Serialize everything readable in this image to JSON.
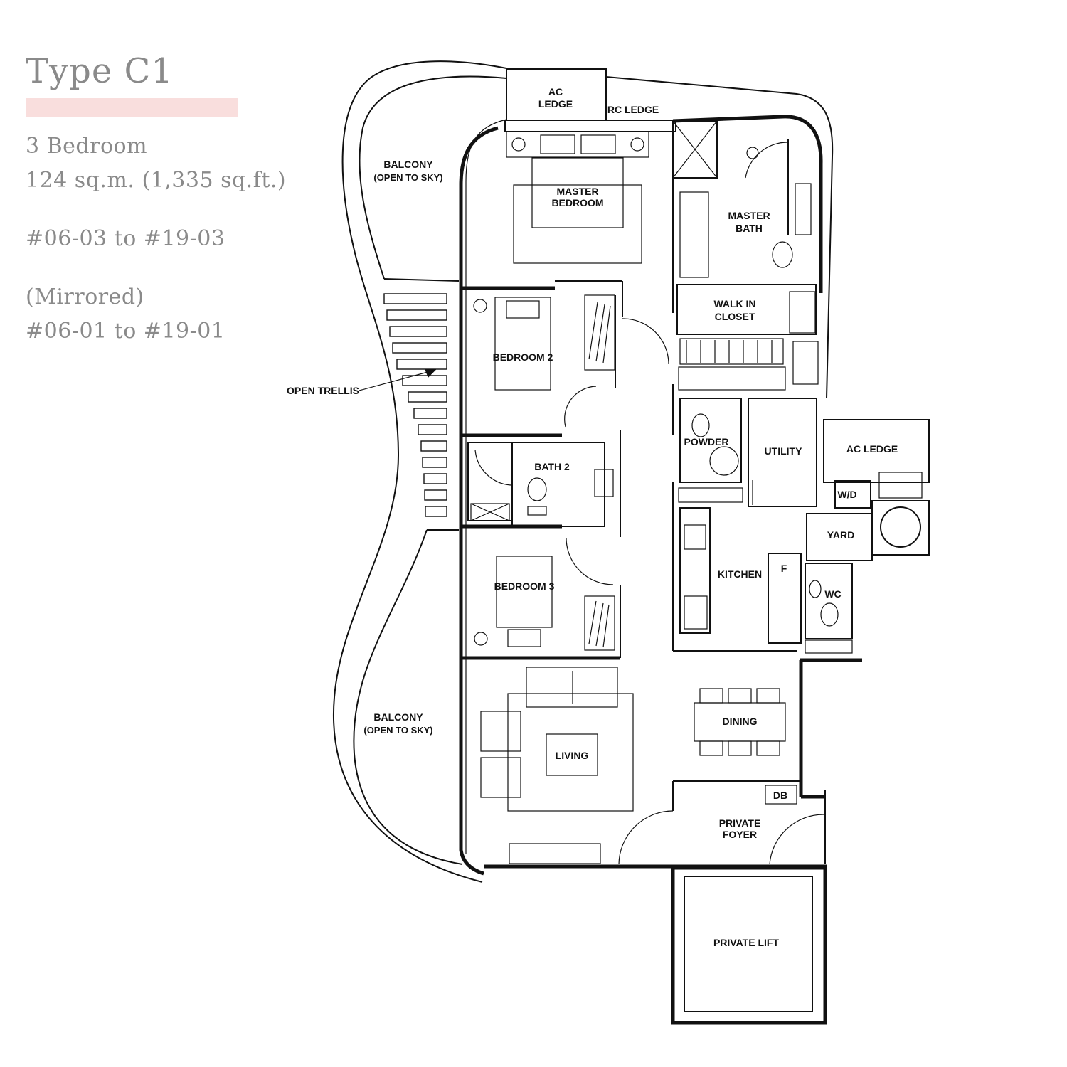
{
  "unit": {
    "type": "Type C1",
    "bedrooms": "3 Bedroom",
    "area": "124 sq.m. (1,335 sq.ft.)",
    "units": "#06-03 to #19-03",
    "mirrored_label": "(Mirrored)",
    "mirrored_units": "#06-01 to #19-01"
  },
  "colors": {
    "accent_bar": "#f9dedd",
    "text": "#8a8a8a",
    "line": "#111111"
  },
  "rooms": {
    "ac_ledge_top": [
      "AC",
      "LEDGE"
    ],
    "rc_ledge": "RC LEDGE",
    "balcony_top": [
      "BALCONY",
      "(OPEN TO SKY)"
    ],
    "master_bedroom": [
      "MASTER",
      "BEDROOM"
    ],
    "master_bath": [
      "MASTER",
      "BATH"
    ],
    "walk_in_closet": [
      "WALK IN",
      "CLOSET"
    ],
    "bedroom2": "BEDROOM 2",
    "open_trellis": "OPEN TRELLIS",
    "bath2": "BATH 2",
    "powder": "POWDER",
    "utility": "UTILITY",
    "ac_ledge_right": "AC LEDGE",
    "wd": "W/D",
    "yard": "YARD",
    "kitchen": "KITCHEN",
    "fridge": "F",
    "wc": "WC",
    "bedroom3": "BEDROOM 3",
    "balcony_bottom": [
      "BALCONY",
      "(OPEN TO SKY)"
    ],
    "dining": "DINING",
    "living": "LIVING",
    "db": "DB",
    "private_foyer": [
      "PRIVATE",
      "FOYER"
    ],
    "private_lift": "PRIVATE LIFT"
  }
}
